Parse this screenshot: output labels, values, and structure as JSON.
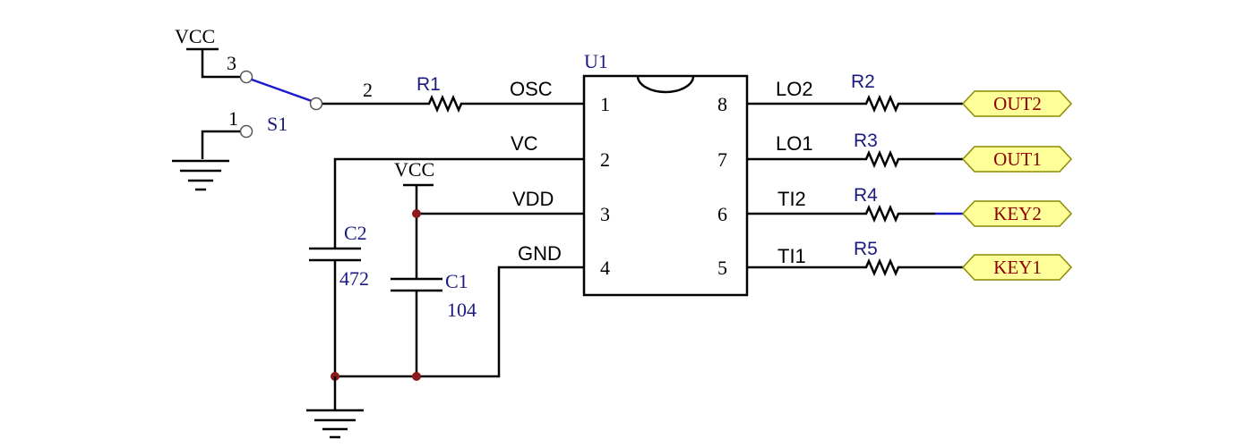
{
  "ic": {
    "ref": "U1",
    "pins": [
      {
        "num": "1",
        "net": "OSC"
      },
      {
        "num": "2",
        "net": "VC"
      },
      {
        "num": "3",
        "net": "VDD"
      },
      {
        "num": "4",
        "net": "GND"
      },
      {
        "num": "5",
        "net": "TI1"
      },
      {
        "num": "6",
        "net": "TI2"
      },
      {
        "num": "7",
        "net": "LO1"
      },
      {
        "num": "8",
        "net": "LO2"
      }
    ]
  },
  "switch": {
    "ref": "S1",
    "pin1": "1",
    "pin2": "2",
    "pin3": "3"
  },
  "power": {
    "vcc_top": "VCC",
    "vcc_mid": "VCC"
  },
  "resistors": {
    "r1": "R1",
    "r2": "R2",
    "r3": "R3",
    "r4": "R4",
    "r5": "R5"
  },
  "capacitors": {
    "c1": {
      "ref": "C1",
      "value": "104"
    },
    "c2": {
      "ref": "C2",
      "value": "472"
    }
  },
  "ports": {
    "out2": "OUT2",
    "out1": "OUT1",
    "key2": "KEY2",
    "key1": "KEY1"
  },
  "colors": {
    "wire": "#000000",
    "switch": "#1a1acc",
    "junction": "#8b1a1a",
    "port_fill": "#ffff99",
    "port_text": "#8b0000",
    "ref_text": "#1a1a80"
  }
}
